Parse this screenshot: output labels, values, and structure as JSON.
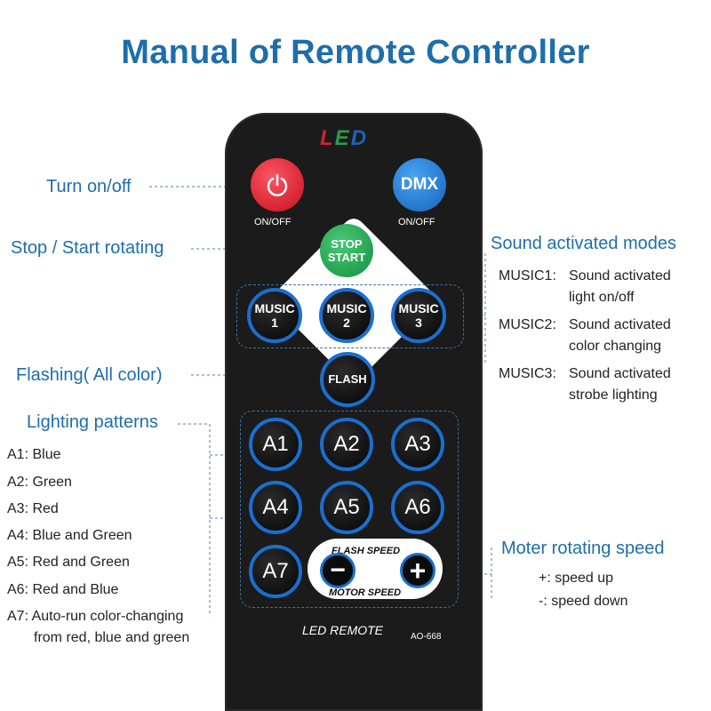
{
  "title": "Manual of Remote Controller",
  "remote": {
    "logo_l": "L",
    "logo_e": "E",
    "logo_d": "D",
    "power_label": "ON/OFF",
    "dmx_text": "DMX",
    "dmx_label": "ON/OFF",
    "stop_line1": "STOP",
    "stop_line2": "START",
    "music1": [
      "MUSIC",
      "1"
    ],
    "music2": [
      "MUSIC",
      "2"
    ],
    "music3": [
      "MUSIC",
      "3"
    ],
    "flash": "FLASH",
    "a_buttons": [
      "A1",
      "A2",
      "A3",
      "A4",
      "A5",
      "A6",
      "A7"
    ],
    "flash_speed": "FLASH SPEED",
    "motor_speed": "MOTOR SPEED",
    "minus": "−",
    "plus": "+",
    "footer": "LED REMOTE",
    "model": "AO-668"
  },
  "callouts": {
    "power": "Turn on/off",
    "stop": "Stop / Start rotating",
    "flash": "Flashing( All color)",
    "lighting": "Lighting patterns",
    "sound": "Sound activated modes",
    "motor": "Moter rotating speed"
  },
  "sound_notes": [
    {
      "key": "MUSIC1:",
      "line1": "Sound activated",
      "line2": "light on/off"
    },
    {
      "key": "MUSIC2:",
      "line1": "Sound activated",
      "line2": "color changing"
    },
    {
      "key": "MUSIC3:",
      "line1": "Sound activated",
      "line2": "strobe lighting"
    }
  ],
  "lighting_notes": [
    "A1: Blue",
    "A2: Green",
    "A3: Red",
    "A4: Blue and Green",
    "A5: Red and Green",
    "A6: Red and Blue",
    "A7: Auto-run color-changing",
    "from red, blue and green"
  ],
  "speed_notes": [
    "+: speed up",
    "-: speed down"
  ],
  "colors": {
    "accent": "#1f6ea9",
    "power": "#e11b2a",
    "dmx": "#1c79d6",
    "stop": "#1fa74f",
    "ring": "#1a6fd0"
  }
}
